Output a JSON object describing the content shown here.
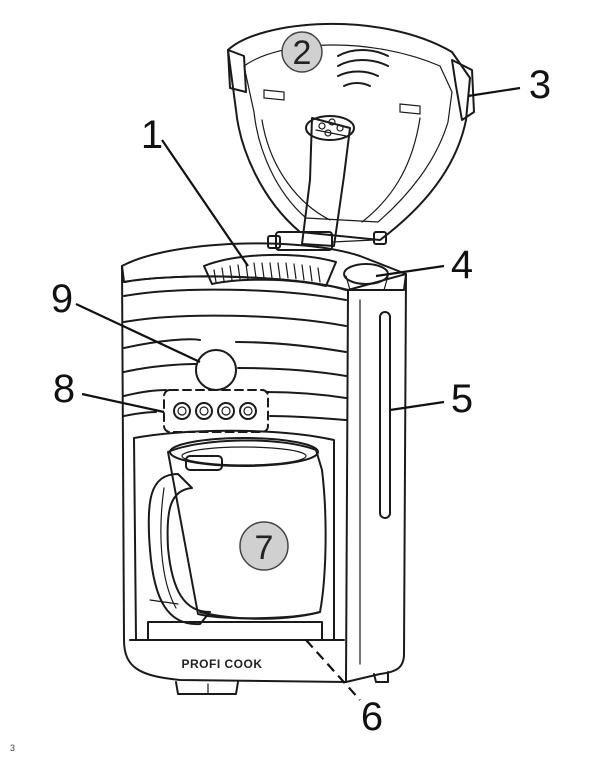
{
  "callouts": {
    "c1": "1",
    "c2": "2",
    "c3": "3",
    "c4": "4",
    "c5": "5",
    "c6": "6",
    "c7": "7",
    "c8": "8",
    "c9": "9"
  },
  "brand_logo": "PROFI COOK",
  "page_number": "3"
}
